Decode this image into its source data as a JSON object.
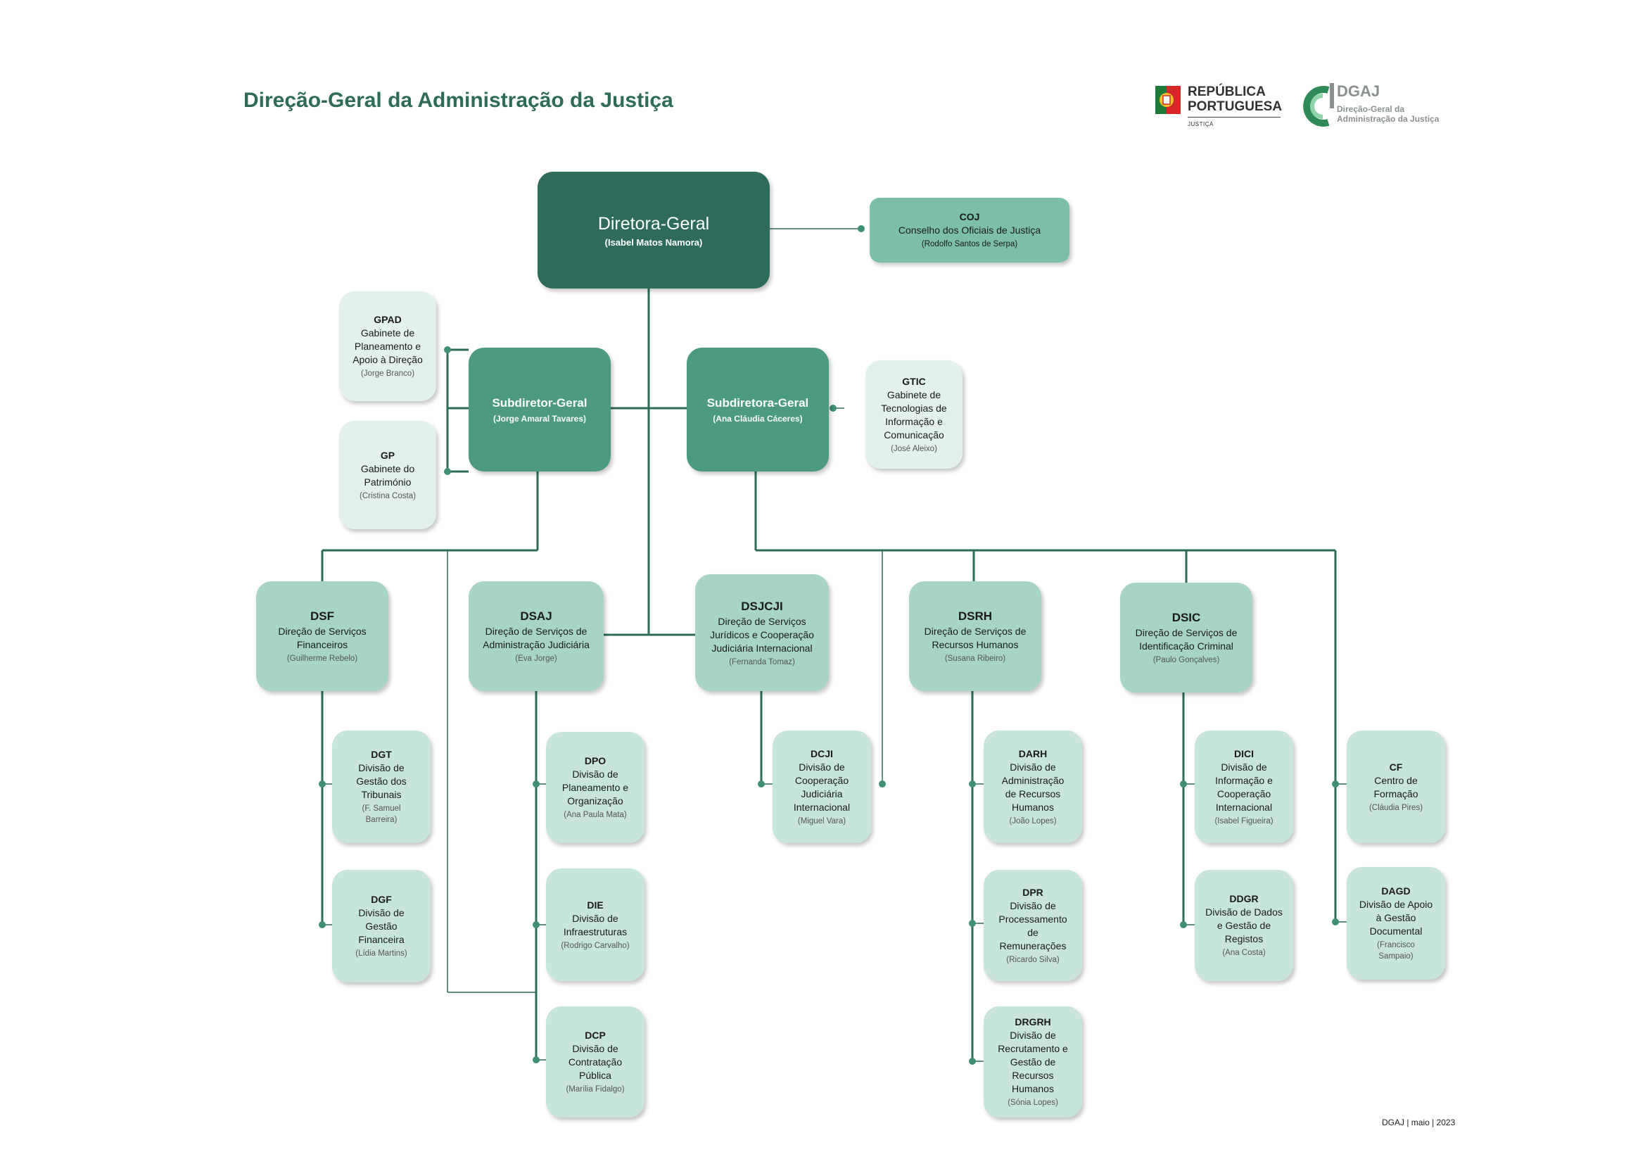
{
  "title": "Direção-Geral da Administração da Justiça",
  "logos": {
    "republica": "REPÚBLICA\nPORTUGUESA",
    "republica_sub": "JUSTIÇA",
    "dgaj": "DGAJ",
    "dgaj_sub": "Direção-Geral da\nAdministração da Justiça"
  },
  "footer": "DGAJ | maio | 2023",
  "colors": {
    "title": "#2f6b55",
    "diretora": "#2e6b5a",
    "subdiretor": "#4b9a81",
    "coj": "#7bbfa9",
    "gabinete": "#e3f1ec",
    "direcao": "#a8d4c5",
    "divisao": "#c7e5da",
    "connector": "#2e6b5a"
  },
  "dg": {
    "name": "Diretora-Geral",
    "person": "(Isabel Matos Namora)"
  },
  "coj": {
    "abbr": "COJ",
    "name": "Conselho dos Oficiais de Justiça",
    "person": "(Rodolfo Santos de Serpa)"
  },
  "sub1": {
    "name": "Subdiretor-Geral",
    "person": "(Jorge Amaral Tavares)"
  },
  "sub2": {
    "name": "Subdiretora-Geral",
    "person": "(Ana Cláudia Cáceres)"
  },
  "gpad": {
    "abbr": "GPAD",
    "name": "Gabinete de\nPlaneamento e\nApoio à Direção",
    "person": "(Jorge Branco)"
  },
  "gp": {
    "abbr": "GP",
    "name": "Gabinete do\nPatrimónio",
    "person": "(Cristina Costa)"
  },
  "gtic": {
    "abbr": "GTIC",
    "name": "Gabinete de\nTecnologias de\nInformação e\nComunicação",
    "person": "(José Aleixo)"
  },
  "dsf": {
    "abbr": "DSF",
    "name": "Direção de Serviços\nFinanceiros",
    "person": "(Guilherme Rebelo)"
  },
  "dsaj": {
    "abbr": "DSAJ",
    "name": "Direção de Serviços de\nAdministração Judiciária",
    "person": "(Eva Jorge)"
  },
  "dsjcji": {
    "abbr": "DSJCJI",
    "name": "Direção de Serviços\nJurídicos e Cooperação\nJudiciária Internacional",
    "person": "(Fernanda Tomaz)"
  },
  "dsrh": {
    "abbr": "DSRH",
    "name": "Direção de Serviços de\nRecursos Humanos",
    "person": "(Susana Ribeiro)"
  },
  "dsic": {
    "abbr": "DSIC",
    "name": "Direção de Serviços  de\nIdentificação Criminal",
    "person": "(Paulo Gonçalves)"
  },
  "dgt": {
    "abbr": "DGT",
    "name": "Divisão de\nGestão dos\nTribunais",
    "person": "(F. Samuel\nBarreira)"
  },
  "dgf": {
    "abbr": "DGF",
    "name": "Divisão de\nGestão\nFinanceira",
    "person": "(Lídia Martins)"
  },
  "dpo": {
    "abbr": "DPO",
    "name": "Divisão de\nPlaneamento e\nOrganização",
    "person": "(Ana Paula Mata)"
  },
  "die": {
    "abbr": "DIE",
    "name": "Divisão de\nInfraestruturas",
    "person": "(Rodrigo Carvalho)"
  },
  "dcp": {
    "abbr": "DCP",
    "name": "Divisão de\nContratação\nPública",
    "person": "(Marília Fidalgo)"
  },
  "dcji": {
    "abbr": "DCJI",
    "name": "Divisão de\nCooperação\nJudiciária\nInternacional",
    "person": "(Miguel Vara)"
  },
  "darh": {
    "abbr": "DARH",
    "name": "Divisão de\nAdministração\nde Recursos\nHumanos",
    "person": "(João Lopes)"
  },
  "dpr": {
    "abbr": "DPR",
    "name": "Divisão de\nProcessamento\nde\nRemunerações",
    "person": "(Ricardo Silva)"
  },
  "drgrh": {
    "abbr": "DRGRH",
    "name": "Divisão de\nRecrutamento e\nGestão de\nRecursos\nHumanos",
    "person": "(Sónia Lopes)"
  },
  "dici": {
    "abbr": "DICI",
    "name": "Divisão de\nInformação e\nCooperação\nInternacional",
    "person": "(Isabel Figueira)"
  },
  "ddgr": {
    "abbr": "DDGR",
    "name": "Divisão de Dados\ne Gestão de\nRegistos",
    "person": "(Ana Costa)"
  },
  "cf": {
    "abbr": "CF",
    "name": "Centro de\nFormação",
    "person": "(Cláudia Pires)"
  },
  "dagd": {
    "abbr": "DAGD",
    "name": "Divisão de Apoio\nà Gestão\nDocumental",
    "person": "(Francisco\nSampaio)"
  }
}
